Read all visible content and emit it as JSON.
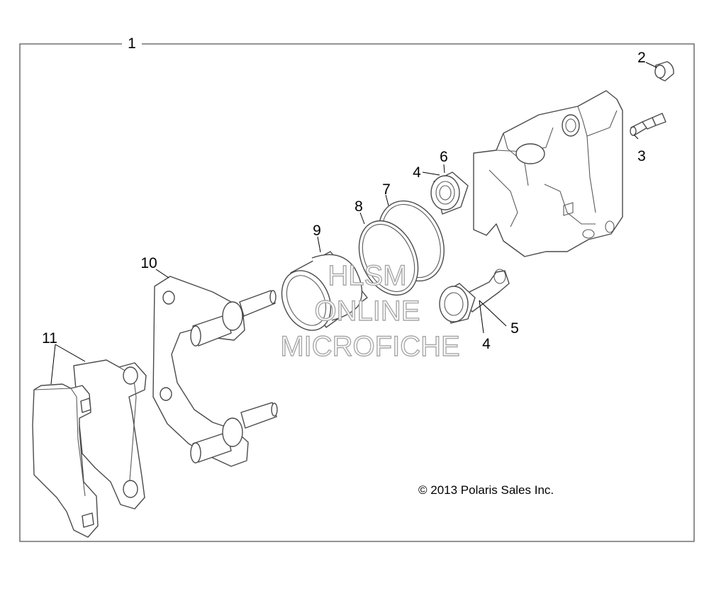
{
  "callouts": {
    "c1": "1",
    "c2": "2",
    "c3": "3",
    "c4a": "4",
    "c4b": "4",
    "c5": "5",
    "c6": "6",
    "c7": "7",
    "c8": "8",
    "c9": "9",
    "c10": "10",
    "c11": "11"
  },
  "copyright": "© 2013 Polaris Sales Inc.",
  "watermark": {
    "line1": "HLSM",
    "line2": "ONLINE",
    "line3": "MICROFICHE"
  },
  "colors": {
    "line": "#4a4a4a",
    "frame": "#555555",
    "watermark_outline": "#a8a8a8"
  }
}
